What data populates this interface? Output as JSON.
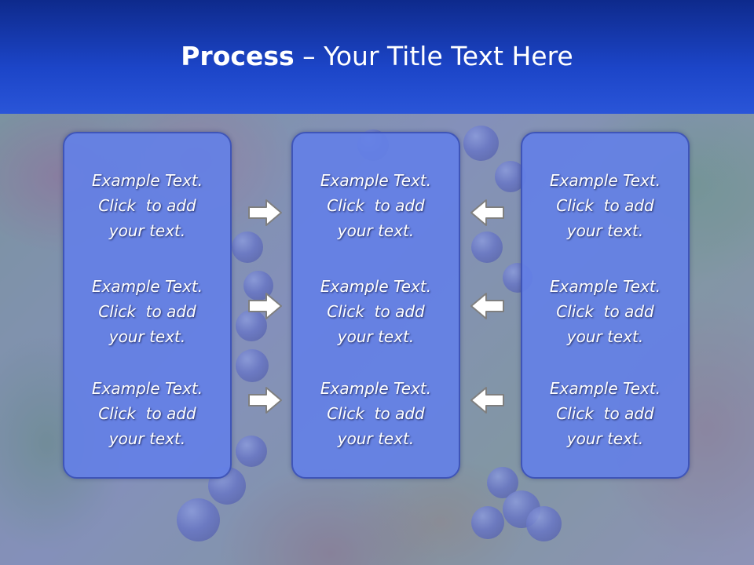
{
  "slide": {
    "title_bold": "Process",
    "title_rest": " – Your Title Text Here"
  },
  "columns": [
    {
      "items": [
        "Example Text.\nClick  to add\nyour text.",
        "Example Text.\nClick  to add\nyour text.",
        "Example Text.\nClick  to add\nyour text."
      ]
    },
    {
      "items": [
        "Example Text.\nClick  to add\nyour text.",
        "Example Text.\nClick  to add\nyour text.",
        "Example Text.\nClick  to add\nyour text."
      ]
    },
    {
      "items": [
        "Example Text.\nClick  to add\nyour text.",
        "Example Text.\nClick  to add\nyour text.",
        "Example Text.\nClick  to add\nyour text."
      ]
    }
  ],
  "arrows": {
    "left_group": "arrow-right-icon",
    "right_group": "arrow-left-icon"
  },
  "colors": {
    "header": "#1c45c8",
    "box_fill": "#6480e6",
    "box_border": "#3f55b8",
    "text": "#ffffff"
  }
}
